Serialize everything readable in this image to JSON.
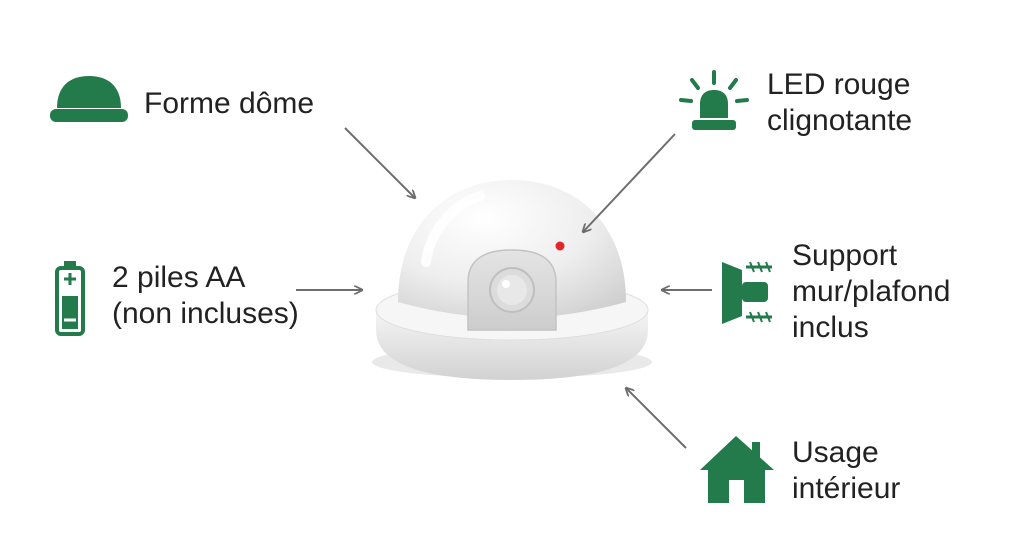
{
  "colors": {
    "icon_green": "#237a4b",
    "arrow_gray": "#6d6d6d",
    "led_red": "#e2262c",
    "dome_light": "#f1f1f1",
    "text": "#222222"
  },
  "features": [
    {
      "icon": "dome-icon",
      "lines": [
        "Forme dôme"
      ]
    },
    {
      "icon": "battery-icon",
      "lines": [
        "2 piles AA",
        "(non incluses)"
      ]
    },
    {
      "icon": "siren-light-icon",
      "lines": [
        "LED rouge",
        "clignotante"
      ]
    },
    {
      "icon": "wall-bracket-icon",
      "lines": [
        "Support",
        "mur/plafond",
        "inclus"
      ]
    },
    {
      "icon": "house-icon",
      "lines": [
        "Usage",
        "intérieur"
      ]
    }
  ]
}
